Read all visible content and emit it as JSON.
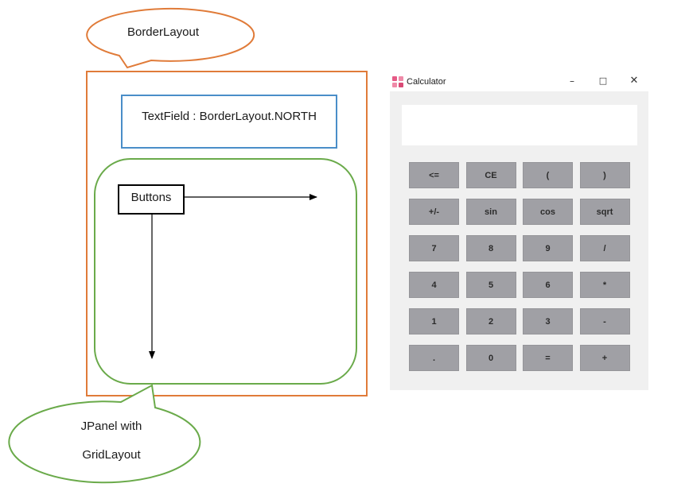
{
  "diagram": {
    "callout_top": "BorderLayout",
    "textfield_label": "TextField : BorderLayout.NORTH",
    "buttons_label": "Buttons",
    "callout_bottom_line1": "JPanel with",
    "callout_bottom_line2": "GridLayout",
    "colors": {
      "orange": "#e07b39",
      "blue": "#4a8ec8",
      "green": "#6aaa4a"
    }
  },
  "calculator": {
    "title": "Calculator",
    "icons": {
      "app": "calculator-app-icon",
      "minimize": "–",
      "maximize": "□",
      "close": "✕"
    },
    "display_value": "",
    "keys": [
      [
        "<=",
        "CE",
        "(",
        ")"
      ],
      [
        "+/-",
        "sin",
        "cos",
        "sqrt"
      ],
      [
        "7",
        "8",
        "9",
        "/"
      ],
      [
        "4",
        "5",
        "6",
        "*"
      ],
      [
        "1",
        "2",
        "3",
        "-"
      ],
      [
        ".",
        "0",
        "=",
        "+"
      ]
    ]
  }
}
